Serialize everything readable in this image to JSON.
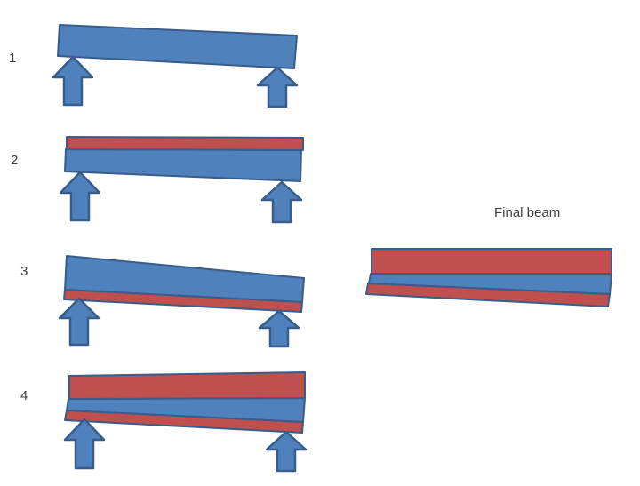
{
  "colors": {
    "background": "#FFFFFF",
    "beam_blue": "#4F81BD",
    "beam_red": "#C0504D",
    "outline": "#385D8A",
    "text": "#3F3F3F"
  },
  "steps": [
    {
      "label": "1"
    },
    {
      "label": "2"
    },
    {
      "label": "3"
    },
    {
      "label": "4"
    }
  ],
  "final_beam": {
    "label": "Final beam"
  }
}
